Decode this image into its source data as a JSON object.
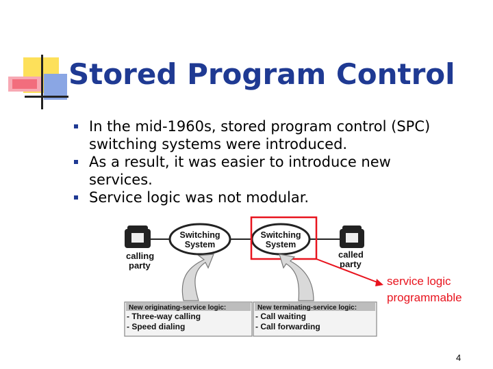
{
  "slide": {
    "title": "Stored Program Control",
    "bullets": [
      "In the mid-1960s, stored program control (SPC) switching systems were introduced.",
      "As a result, it was easier to introduce new services.",
      "Service logic was not modular."
    ],
    "page_number": "4"
  },
  "diagram": {
    "switch_left": [
      "Switching",
      "System"
    ],
    "switch_right": [
      "Switching",
      "System"
    ],
    "phone_left_label": [
      "calling",
      "party"
    ],
    "phone_right_label": [
      "called",
      "party"
    ],
    "box_left": {
      "header": "New originating-service logic:",
      "items": [
        "- Three-way calling",
        "- Speed dialing"
      ]
    },
    "box_right": {
      "header": "New terminating-service logic:",
      "items": [
        "- Call waiting",
        "- Call forwarding"
      ]
    },
    "annotation": [
      "service logic",
      "programmable"
    ]
  },
  "colors": {
    "title": "#1f3a93",
    "highlight": "#e8141e",
    "deco_yellow": "#fde05a",
    "deco_red": "#f26d7d",
    "deco_blue": "#6f8fd8"
  }
}
